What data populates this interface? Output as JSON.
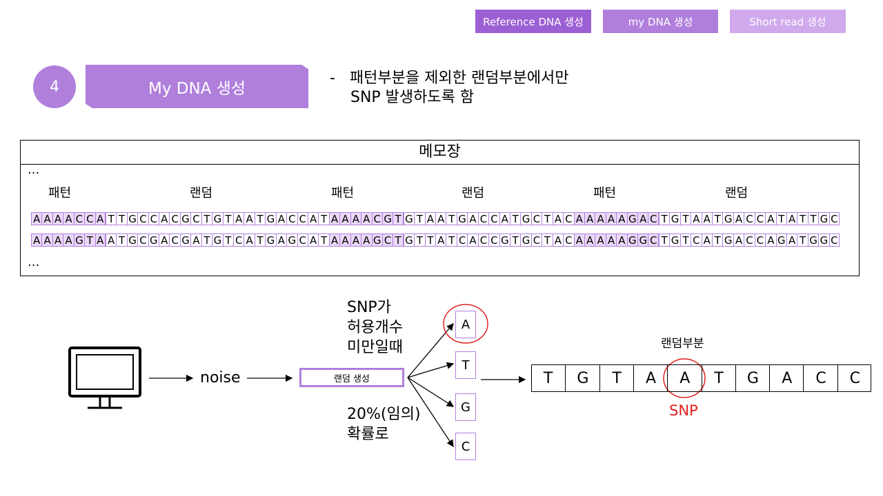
{
  "nav": {
    "reference": "Reference DNA 생성",
    "my_dna": "my DNA 생성",
    "short_read": "Short read 생성"
  },
  "step": {
    "number": "4",
    "title": "My DNA 생성"
  },
  "description": {
    "line1": "-   패턴부분을 제외한 랜덤부분에서만",
    "line2": "SNP 발생하도록 함"
  },
  "memo": {
    "title": "메모장",
    "ellipsis_top": "...",
    "ellipsis_bottom": "...",
    "labels": [
      "패턴",
      "랜덤",
      "패턴",
      "랜덤",
      "패턴",
      "랜덤"
    ],
    "seq1": "AAAACCATTGCCACGCTGTAATGACCATAAAACGTGTAATGACCATGCTACAAAAAGACTGTAATGACCATATTGC",
    "seq2": "AAAAGTAATGCGACGATGTCATGAGCATAAAAGCTGTTATCACCGTGCTACAAAAAGGCTGTCATGACCAGATGGC",
    "pattern_ranges": [
      [
        0,
        6
      ],
      [
        28,
        34
      ],
      [
        51,
        58
      ]
    ],
    "highlight_color": "#ead8f7"
  },
  "flow": {
    "noise": "noise",
    "random_gen": "랜덤 생성",
    "snp_condition": [
      "SNP가",
      "허용개수",
      "미만일때"
    ],
    "probability": [
      "20%(임의)",
      "확률로"
    ],
    "nucleotides": [
      "A",
      "T",
      "G",
      "C"
    ]
  },
  "result": {
    "label": "랜덤부분",
    "sequence": [
      "T",
      "G",
      "T",
      "A",
      "A",
      "T",
      "G",
      "A",
      "C",
      "C"
    ],
    "snp_label": "SNP",
    "snp_index": 4
  },
  "colors": {
    "accent": "#b07fdc",
    "accent_light": "#cfa9ec",
    "nav_dark": "#9c5fd4",
    "snp_red": "#e02020"
  }
}
